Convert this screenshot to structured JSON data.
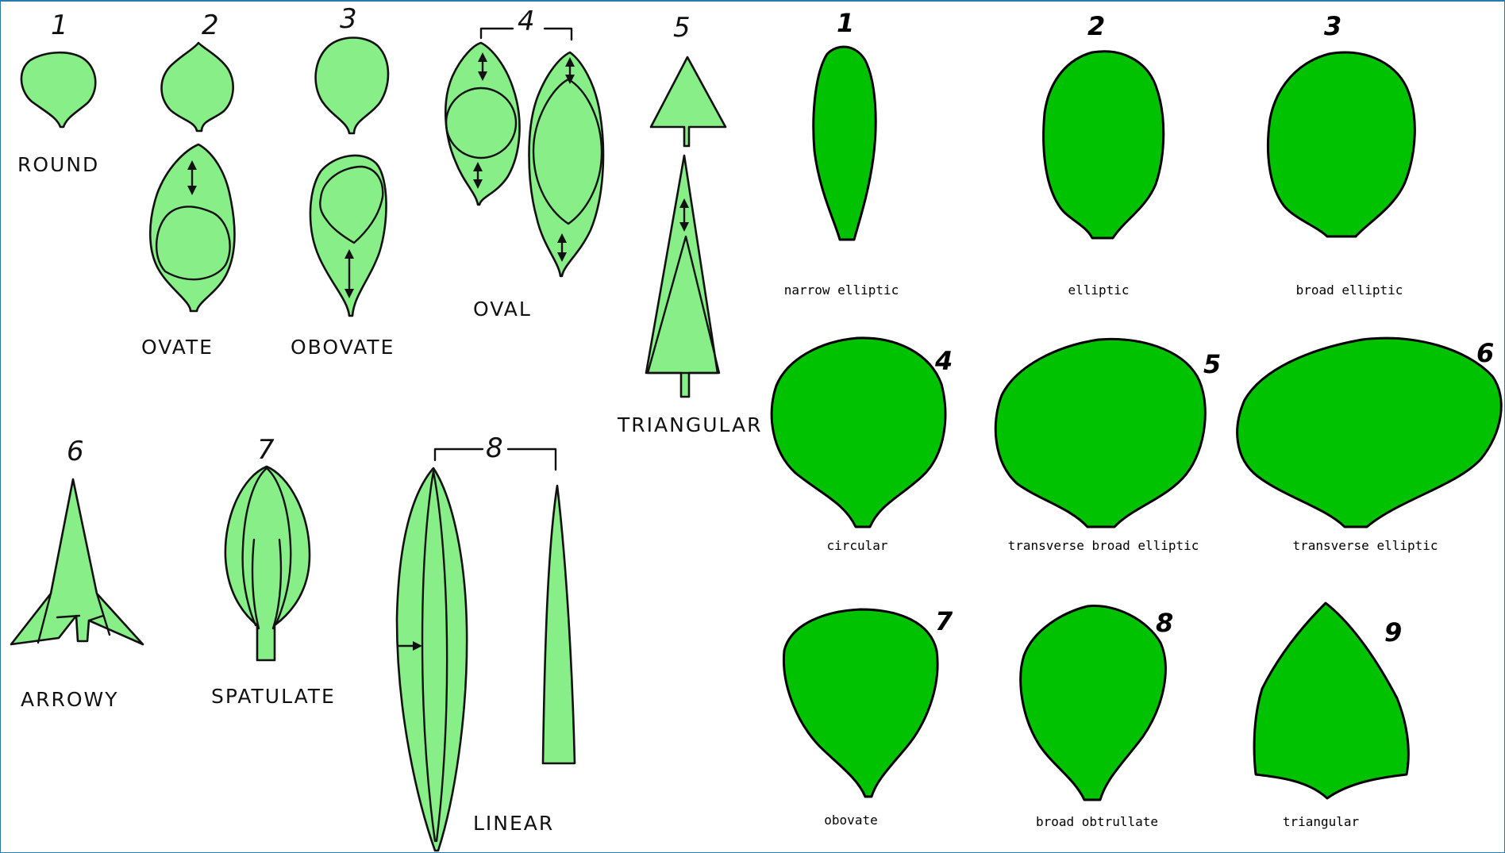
{
  "left_panel": {
    "round": {
      "number": "1",
      "caption": "ROUND"
    },
    "ovate": {
      "number": "2",
      "caption": "OVATE"
    },
    "obovate": {
      "number": "3",
      "caption": "OBOVATE"
    },
    "oval": {
      "number": "4",
      "caption": "OVAL"
    },
    "triangular": {
      "number": "5",
      "caption": "TRIANGULAR"
    },
    "arrowy": {
      "number": "6",
      "caption": "ARROWY"
    },
    "spatulate": {
      "number": "7",
      "caption": "SPATULATE"
    },
    "linear": {
      "number": "8",
      "caption": "LINEAR"
    },
    "colors": {
      "fill": "#88ee88",
      "outline": "#111111"
    }
  },
  "right_panel": {
    "shapes": [
      {
        "number": "1",
        "caption": "narrow elliptic"
      },
      {
        "number": "2",
        "caption": "elliptic"
      },
      {
        "number": "3",
        "caption": "broad elliptic"
      },
      {
        "number": "4",
        "caption": "circular"
      },
      {
        "number": "5",
        "caption": "transverse broad elliptic"
      },
      {
        "number": "6",
        "caption": "transverse elliptic"
      },
      {
        "number": "7",
        "caption": "obovate"
      },
      {
        "number": "8",
        "caption": "broad obtrullate"
      },
      {
        "number": "9",
        "caption": "triangular"
      }
    ],
    "colors": {
      "fill": "#00c200",
      "outline": "#000000"
    }
  }
}
